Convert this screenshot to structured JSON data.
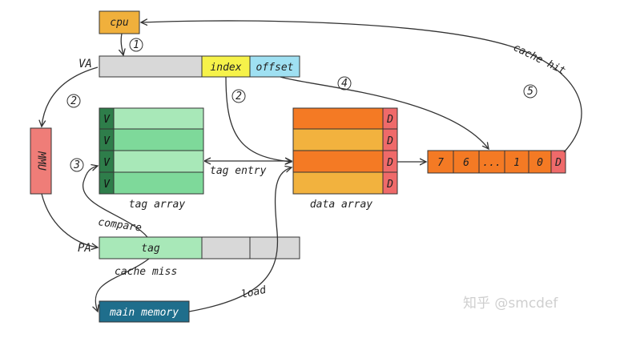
{
  "nodes": {
    "cpu": "cpu",
    "mmu": "MMU",
    "main_memory": "main memory"
  },
  "va": {
    "label": "VA",
    "index": "index",
    "offset": "offset"
  },
  "pa": {
    "label": "PA",
    "tag": "tag"
  },
  "tag_array": {
    "valid": [
      "V",
      "V",
      "V",
      "V"
    ],
    "caption": "tag array"
  },
  "data_array": {
    "dirty": [
      "D",
      "D",
      "D",
      "D"
    ],
    "caption": "data array"
  },
  "cache_line": {
    "bytes": [
      "7",
      "6",
      "...",
      "1",
      "0"
    ],
    "dirty": "D"
  },
  "edge_labels": {
    "tag_entry": "tag entry",
    "compare": "compare",
    "cache_miss": "cache miss",
    "load": "load",
    "cache_hit": "cache hit"
  },
  "steps": [
    "1",
    "2",
    "2",
    "3",
    "4",
    "5"
  ],
  "watermark": "知乎 @smcdef"
}
